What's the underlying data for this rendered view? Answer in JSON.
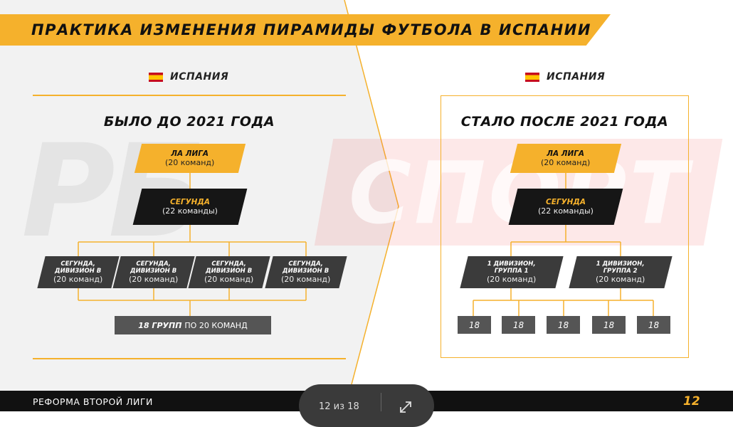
{
  "title": "ПРАКТИКА  ИЗМЕНЕНИЯ ПИРАМИДЫ ФУТБОЛА В ИСПАНИИ",
  "watermark": {
    "left": "РБ",
    "right": "СПОРТ"
  },
  "colors": {
    "accent": "#f5b12c",
    "black": "#161616",
    "dark": "#3b3b3b",
    "grey": "#555555"
  },
  "before": {
    "country": "ИСПАНИЯ",
    "title": "БЫЛО ДО 2021 ГОДА",
    "top": {
      "name": "ЛА ЛИГА",
      "teams": "(20 команд)"
    },
    "second": {
      "name": "СЕГУНДА",
      "teams": "(22 команды)"
    },
    "divisions": [
      {
        "line1": "СЕГУНДА,",
        "line2": "ДИВИЗИОН В",
        "teams": "(20 команд)"
      },
      {
        "line1": "СЕГУНДА,",
        "line2": "ДИВИЗИОН В",
        "teams": "(20 команд)"
      },
      {
        "line1": "СЕГУНДА,",
        "line2": "ДИВИЗИОН В",
        "teams": "(20 команд)"
      },
      {
        "line1": "СЕГУНДА,",
        "line2": "ДИВИЗИОН В",
        "teams": "(20 команд)"
      }
    ],
    "groups": {
      "bold": "18 ГРУПП",
      "rest": "ПО 20 КОМАНД"
    }
  },
  "after": {
    "country": "ИСПАНИЯ",
    "title": "СТАЛО ПОСЛЕ 2021 ГОДА",
    "top": {
      "name": "ЛА ЛИГА",
      "teams": "(20 команд)"
    },
    "second": {
      "name": "СЕГУНДА",
      "teams": "(22 команды)"
    },
    "divisions": [
      {
        "line1": "1 ДИВИЗИОН,",
        "line2": "ГРУППА 1",
        "teams": "(20 команд)"
      },
      {
        "line1": "1 ДИВИЗИОН,",
        "line2": "ГРУППА 2",
        "teams": "(20 команд)"
      }
    ],
    "chips": [
      "18",
      "18",
      "18",
      "18",
      "18"
    ]
  },
  "footer": {
    "title": "РЕФОРМА ВТОРОЙ ЛИГИ",
    "page": "12"
  },
  "pager": {
    "text": "12 из 18",
    "expand_icon": "expand-icon"
  }
}
